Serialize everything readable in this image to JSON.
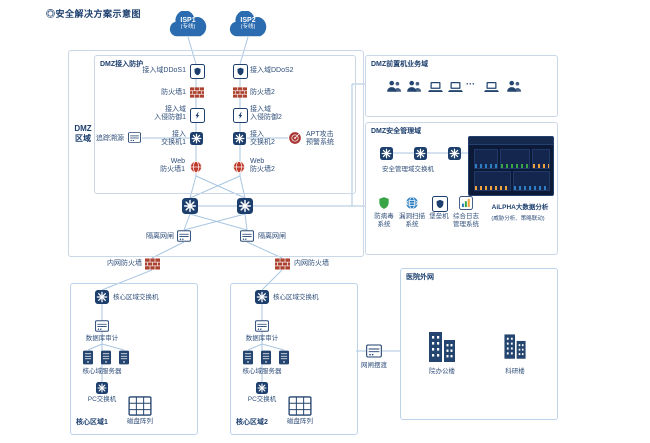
{
  "title": "◎安全解决方案示意图",
  "isp1": {
    "name": "ISP1",
    "sub": "(专线)"
  },
  "isp2": {
    "name": "ISP2",
    "sub": "(专线)"
  },
  "dmz_zone": "DMZ\n区域",
  "access": {
    "title": "DMZ接入防护",
    "ddos1": "接入域DDoS1",
    "ddos2": "接入域DDoS2",
    "fw1": "防火墙1",
    "fw2": "防火墙2",
    "ips1": "接入域\n入侵防御1",
    "ips2": "接入域\n入侵防御2",
    "trace": "追踪溯源",
    "sw1": "接入\n交换机1",
    "sw2": "接入\n交换机2",
    "apt": "APT攻击\n预警系统",
    "waf1": "Web\n防火墙1",
    "waf2": "Web\n防火墙2"
  },
  "gap1": "隔离网闸",
  "gap2": "隔离网闸",
  "infw1": "内网防火墙",
  "infw2": "内网防火墙",
  "business": {
    "title": "DMZ前置机业务域",
    "dots": "···"
  },
  "mgmt": {
    "title": "DMZ安全管理域",
    "switch_label": "安全管理域交换机",
    "antivirus": "防病毒\n系统",
    "scan": "漏洞扫描\n系统",
    "bastion": "堡垒机",
    "log": "综合日志\n管理系统",
    "ailpha_title": "AiLPHA大数据分析",
    "ailpha_sub": "(威胁分析、策略联动)"
  },
  "core1": {
    "name": "核心区域1",
    "switch": "核心区域交换机",
    "audit": "数据库审计",
    "servers": "核心域服务器",
    "pc": "PC交换机",
    "disk": "磁盘阵列"
  },
  "core2": {
    "name": "核心区域2",
    "switch": "核心区域交换机",
    "audit": "数据库审计",
    "servers": "核心域服务器",
    "pc": "PC交换机",
    "disk": "磁盘阵列"
  },
  "ferry": "网闸摆渡",
  "external": {
    "title": "医院外网",
    "office": "院办公楼",
    "research": "科研楼"
  },
  "colors": {
    "navy": "#1d3f6e",
    "line": "#a9c6e2",
    "brick": "#ad4230",
    "red": "#bf3a2b",
    "green": "#3aa546",
    "blue": "#2e7fc1"
  }
}
